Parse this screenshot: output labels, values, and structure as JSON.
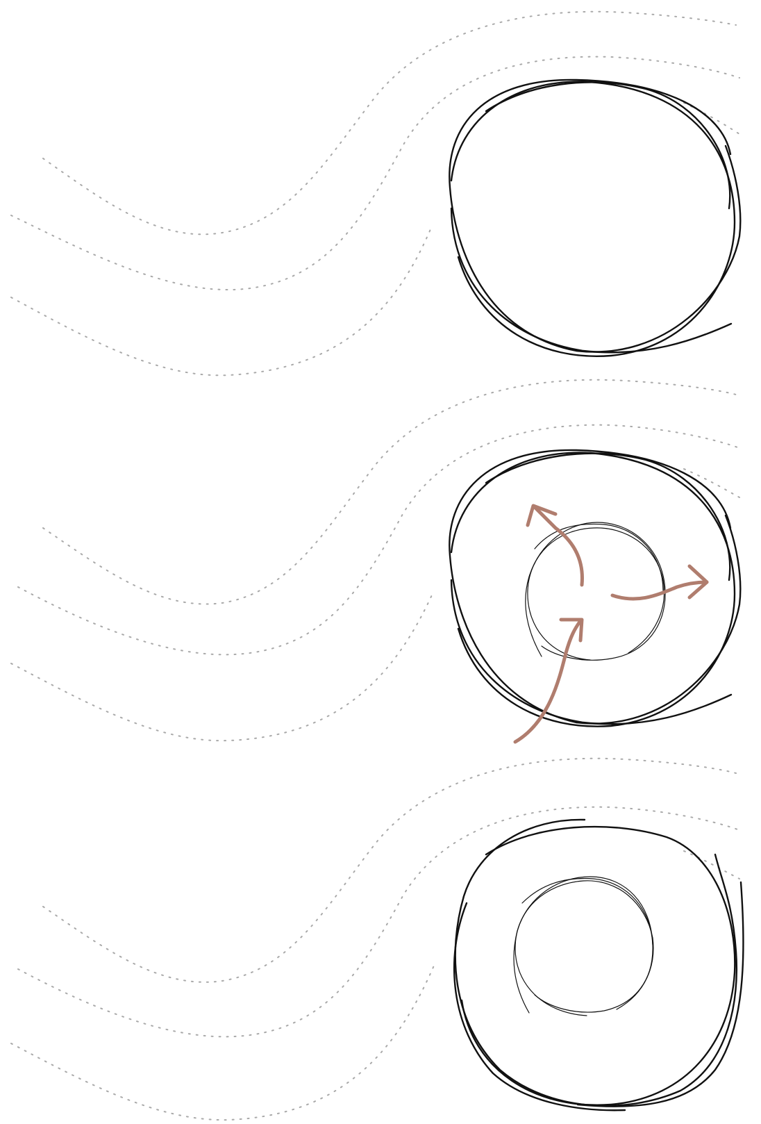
{
  "colors": {
    "background": "#ffffff",
    "flow_lines": "#a9a9a9",
    "circle_outline": "#111111",
    "arrows": "#b07d6e"
  },
  "panels": [
    {
      "id": "panel-1",
      "has_inner_circle": false,
      "has_arrows": false
    },
    {
      "id": "panel-2",
      "has_inner_circle": true,
      "has_arrows": true
    },
    {
      "id": "panel-3",
      "has_inner_circle": true,
      "has_arrows": false
    }
  ]
}
